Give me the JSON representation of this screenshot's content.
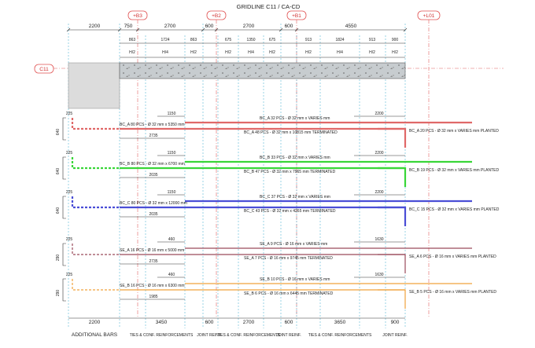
{
  "title": "GRIDLINE C11 / CA-CD",
  "gridline_tags": {
    "left": "C11",
    "top": [
      "+B3",
      "+B2",
      "+B1",
      "+L01"
    ]
  },
  "top_dims": [
    "2200",
    "750",
    "2700",
    "600",
    "2700",
    "600",
    "4550"
  ],
  "sub_dims": [
    "863",
    "1724",
    "863",
    "675",
    "1350",
    "675",
    "913",
    "1824",
    "913",
    "900"
  ],
  "h_labels": [
    "H/2",
    "H/4",
    "H/2",
    "H/2",
    "H/4",
    "H/2",
    "H/2",
    "H/4",
    "H/2",
    "H/2"
  ],
  "groups": [
    {
      "height": "640",
      "hook": "225",
      "color": "#e06868",
      "labels": {
        "a": "BC_A 80 PCS - Ø 32 mm x 5350 mm",
        "b": "BC_A 32 PCS - Ø 32 mm x VARIES mm",
        "c": "BC_A 48 PCS - Ø 32 mm x 10815 mm TERMINATED",
        "d": "BC_A 20 PCS - Ø 32 mm x VARIES mm PLANTED"
      },
      "dims": {
        "lap": "1150",
        "run": "2735",
        "right": "2200"
      }
    },
    {
      "height": "640",
      "hook": "225",
      "color": "#39d638",
      "labels": {
        "a": "BC_B 80 PCS - Ø 32 mm x 6700 mm",
        "b": "BC_B 33 PCS - Ø 32 mm x VARIES mm",
        "c": "BC_B 47 PCS - Ø 32 mm x 7965 mm TERMINATED",
        "d": "BC_B 19 PCS - Ø 32 mm x VARIES mm PLANTED"
      },
      "dims": {
        "lap": "1150",
        "run": "2035",
        "right": "2200"
      }
    },
    {
      "height": "640",
      "hook": "225",
      "color": "#4a4ed6",
      "labels": {
        "a": "BC_C 80 PCS - Ø 32 mm x 12000 mm",
        "b": "BC_C 37 PCS - Ø 32 mm x VARIES mm",
        "c": "BC_C 43 PCS - Ø 32 mm x 4265 mm TERMINATED",
        "d": "BC_C 15 PCS - Ø 32 mm x VARIES mm PLANTED"
      },
      "dims": {
        "lap": "1150",
        "run": "2035",
        "right": "2200"
      }
    },
    {
      "height": "290",
      "hook": "225",
      "color": "#9a4a5a",
      "labels": {
        "a": "SE_A 16 PCS - Ø 16 mm x 5000 mm",
        "b": "SE_A 9 PCS - Ø 16 mm x VARIES mm",
        "c": "SE_A 7 PCS - Ø 16 mm x 9745 mm TERMINATED",
        "d": "SE_A 6 PCS - Ø 16 mm x VARIES mm PLANTED"
      },
      "dims": {
        "lap": "460",
        "run": "2735",
        "right": "1630"
      }
    },
    {
      "height": "290",
      "hook": "225",
      "color": "#f0a23c",
      "labels": {
        "a": "SE_B 16 PCS - Ø 16 mm x 6300 mm",
        "b": "SE_B 10 PCS - Ø 16 mm x VARIES mm",
        "c": "SE_B 6 PCS - Ø 16 mm x 6445 mm TERMINATED",
        "d": "SE_B 5 PCS - Ø 16 mm x VARIES mm PLANTED"
      },
      "dims": {
        "lap": "460",
        "run": "1985",
        "right": "1630"
      }
    }
  ],
  "bottom_dims": [
    "2200",
    "3450",
    "600",
    "2700",
    "600",
    "3650",
    "900"
  ],
  "bottom_labels": [
    "ADDITIONAL BARS",
    "TIES & CONF. REINFORCEMENTS",
    "JOINT REINF.",
    "TIES & CONF. REINFORCEMENTS",
    "JOINT REINF.",
    "TIES & CONF. REINFORCEMENTS",
    "JOINT REINF."
  ]
}
